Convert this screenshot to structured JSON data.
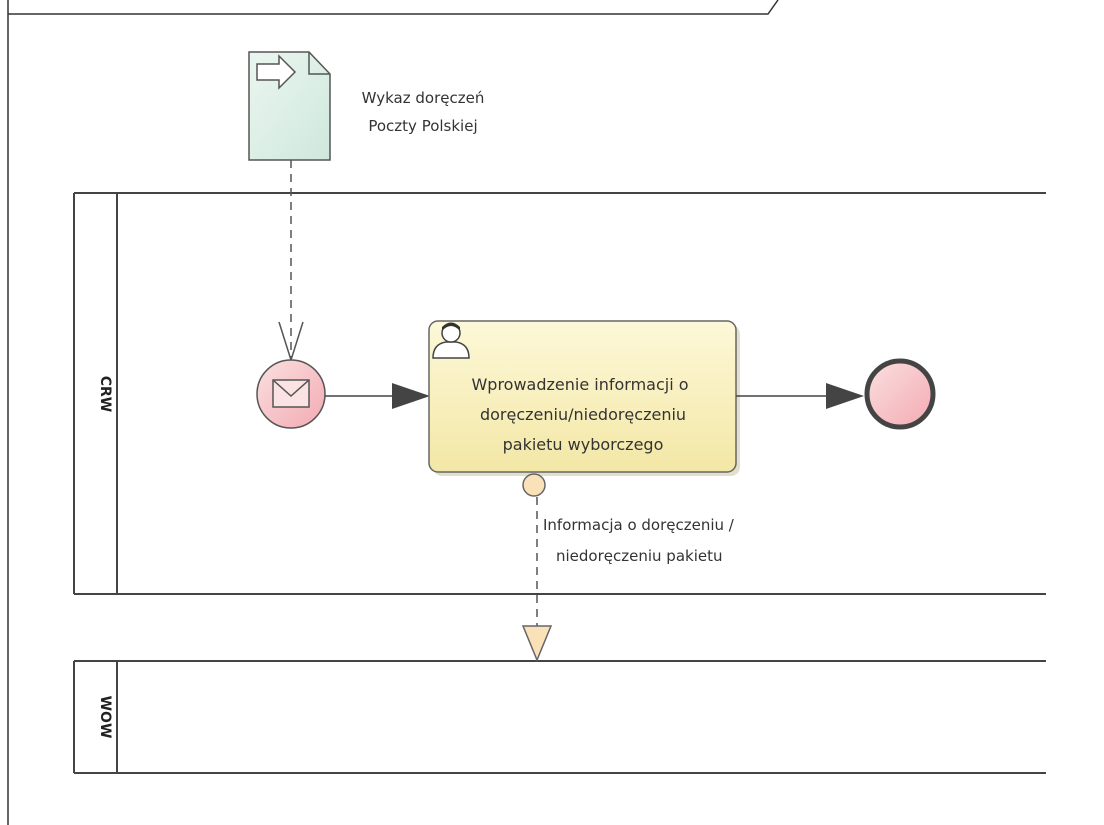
{
  "diagram": {
    "data_object": {
      "label_line1": "Wykaz doręczeń",
      "label_line2": "Poczty Polskiej",
      "icon": "input-arrow-icon",
      "fill": "#dcefe6"
    },
    "lanes": [
      {
        "label": "CRW"
      },
      {
        "label": "WOW"
      }
    ],
    "start_event": {
      "type": "message",
      "icon": "envelope-icon",
      "fill": "#f7c6c6"
    },
    "task": {
      "type": "user-task",
      "icon": "user-icon",
      "line1": "Wprowadzenie informacji o",
      "line2": "doręczeniu/niedoręczeniu",
      "line3": "pakietu wyborczego",
      "fill": "#f7f0bf"
    },
    "end_event": {
      "fill": "#f3b6bd"
    },
    "message_flow": {
      "label_line1": "Informacja o doręczeniu /",
      "label_line2": "niedoręczeniu pakietu",
      "marker_fill": "#fbe1b8"
    }
  }
}
